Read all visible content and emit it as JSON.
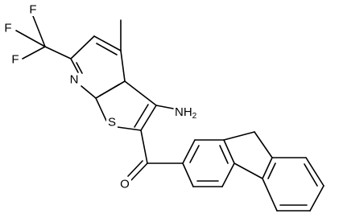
{
  "diagram": {
    "type": "chemical-structure",
    "atoms": {
      "f_top": "F",
      "f_left_upper": "F",
      "f_left_lower": "F",
      "nitrogen": "N",
      "sulfur": "S",
      "amine_main": "NH",
      "amine_sub": "2",
      "oxygen": "O"
    },
    "colors": {
      "bond": "#000000",
      "label": "#000000",
      "background": "#ffffff"
    }
  }
}
